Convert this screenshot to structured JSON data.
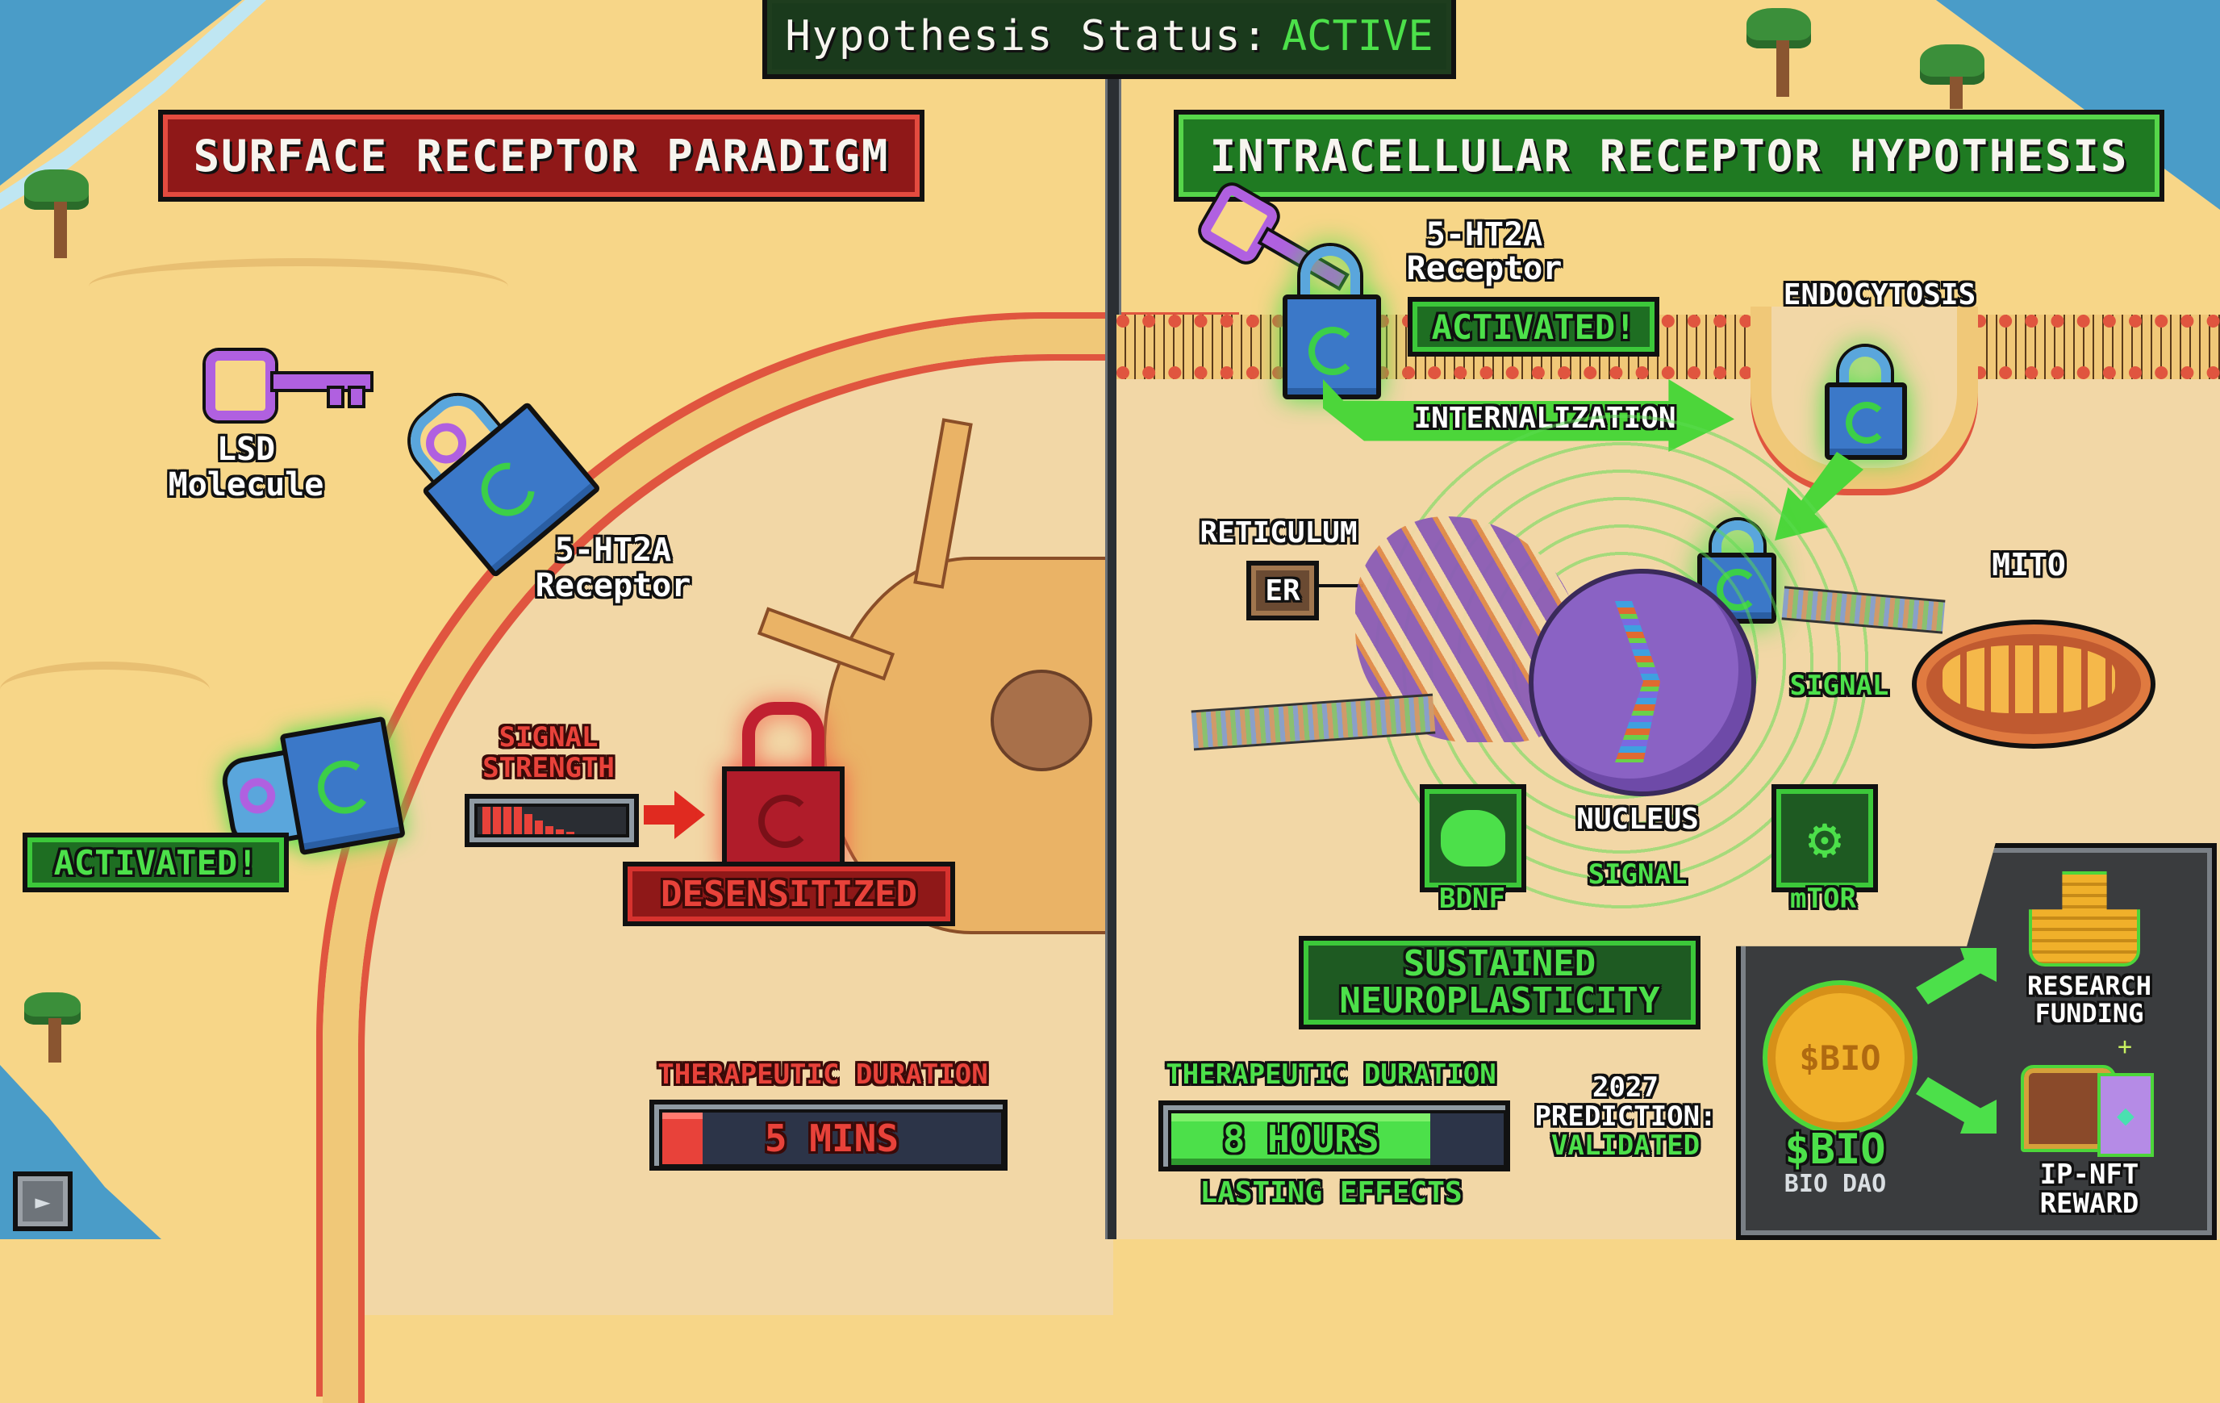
{
  "header": {
    "status_label": "Hypothesis Status:",
    "status_value": "ACTIVE",
    "status_color": "#4ce04a"
  },
  "left_panel": {
    "title": "SURFACE RECEPTOR PARADIGM",
    "title_color": "#8f1818",
    "ligand_label_line1": "LSD",
    "ligand_label_line2": "Molecule",
    "receptor_label_line1": "5-HT2A",
    "receptor_label_line2": "Receptor",
    "activated_badge": "ACTIVATED!",
    "signal_label_line1": "SIGNAL",
    "signal_label_line2": "STRENGTH",
    "signal_strength_bars": [
      100,
      100,
      100,
      100,
      75,
      50,
      30,
      18,
      10
    ],
    "desensitized_badge": "DESENSITIZED",
    "duration": {
      "label": "THERAPEUTIC DURATION",
      "value": "5 MINS",
      "fill_percent": 6,
      "color": "#e8423a"
    }
  },
  "right_panel": {
    "title": "INTRACELLULAR RECEPTOR HYPOTHESIS",
    "title_color": "#1f7a22",
    "receptor_label_line1": "5-HT2A",
    "receptor_label_line2": "Receptor",
    "activated_badge": "ACTIVATED!",
    "internalization_label": "INTERNALIZATION",
    "endocytosis_label": "ENDOCYTOSIS",
    "reticulum_label": "RETICULUM",
    "er_label": "ER",
    "mito_label": "MITO",
    "signal_label_right": "SIGNAL",
    "nucleus_label": "NUCLEUS",
    "signal_label_bottom": "SIGNAL",
    "bdnf_label": "BDNF",
    "mtor_label": "mTOR",
    "neuroplasticity_line1": "SUSTAINED",
    "neuroplasticity_line2": "NEUROPLASTICITY",
    "duration": {
      "label": "THERAPEUTIC DURATION",
      "value": "8 HOURS",
      "fill_percent": 78,
      "sublabel": "LASTING EFFECTS",
      "color": "#4ce04a"
    },
    "prediction_line1": "2027",
    "prediction_line2": "PREDICTION:",
    "prediction_line3": "VALIDATED"
  },
  "dao_panel": {
    "coin_text": "$BIO",
    "token_label": "$BIO",
    "dao_label": "BIO DAO",
    "research_line1": "RESEARCH",
    "research_line2": "FUNDING",
    "reward_line1": "IP-NFT",
    "reward_line2": "REWARD"
  },
  "corner_button": {
    "icon": "fish-icon"
  }
}
